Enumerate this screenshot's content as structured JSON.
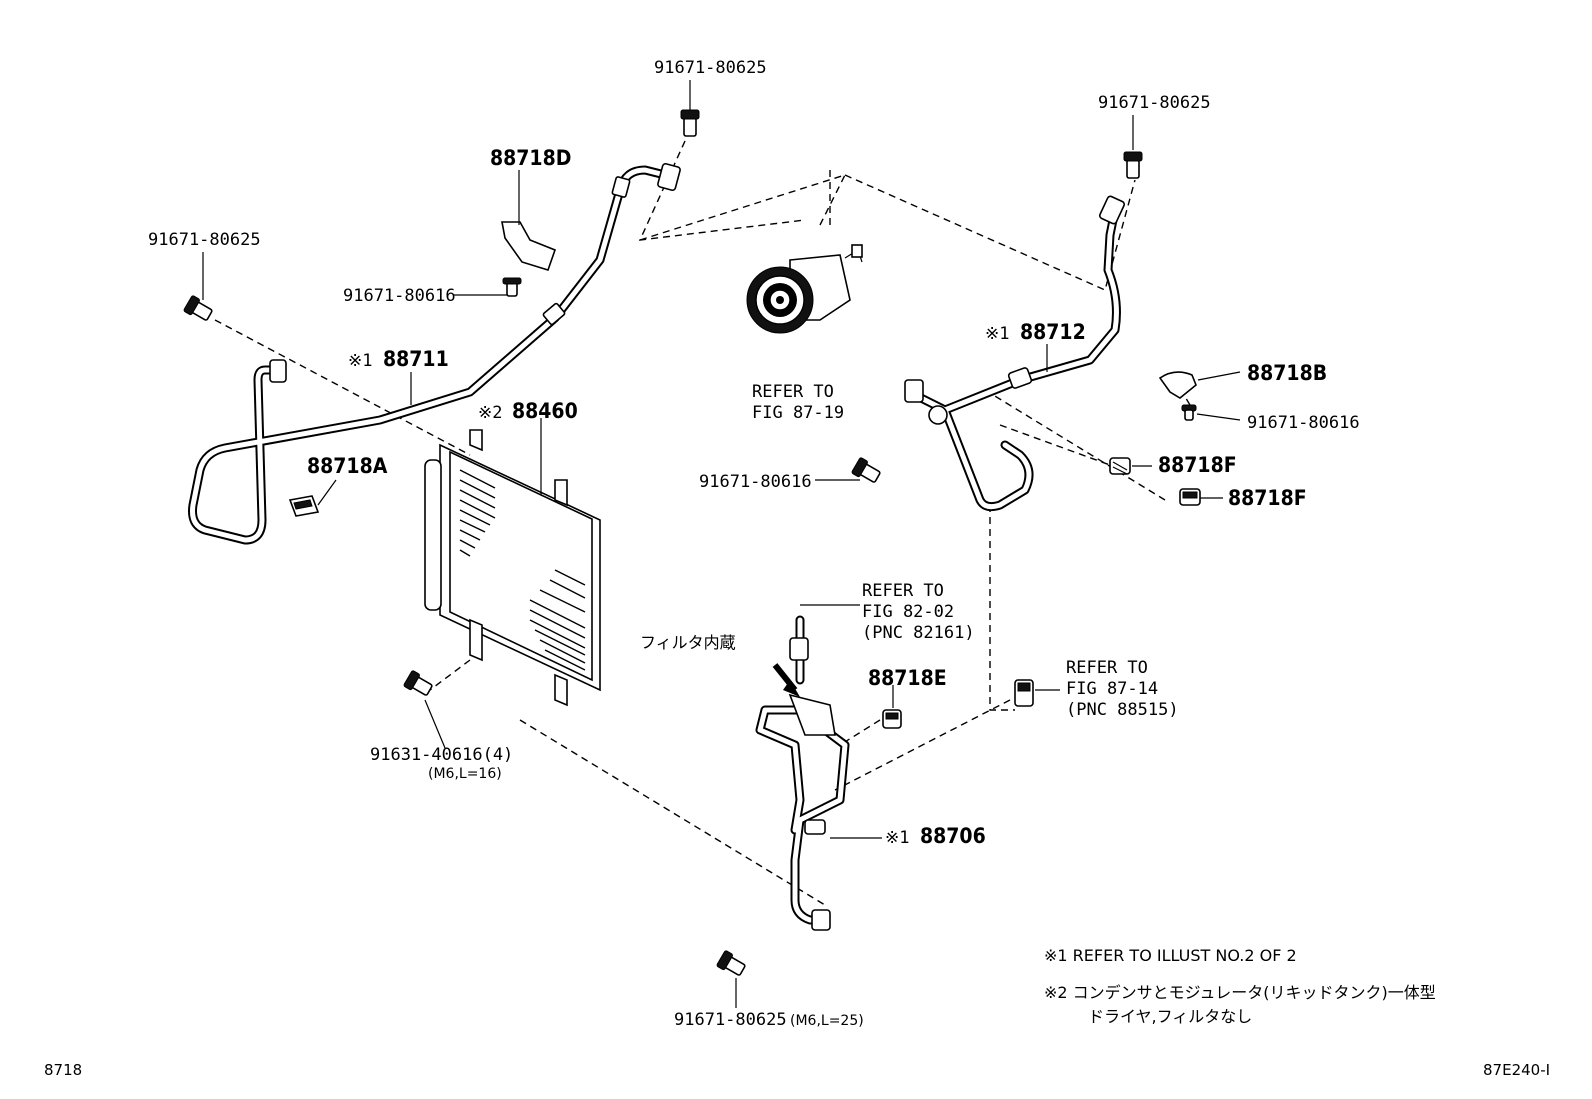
{
  "labels": {
    "bolt_top_center": "91671-80625",
    "bolt_top_right": "91671-80625",
    "bolt_left": "91671-80625",
    "bracket_d": "88718D",
    "bolt_d": "91671-80616",
    "hose_88711_mark": "※1",
    "hose_88711": "88711",
    "clip_a": "88718A",
    "condenser_mark": "※2",
    "condenser": "88460",
    "hose_88712_mark": "※1",
    "hose_88712": "88712",
    "bracket_b": "88718B",
    "bolt_b": "91671-80616",
    "bolt_mid": "91671-80616",
    "clip_f1": "88718F",
    "clip_f2": "88718F",
    "bolt_condenser": "91631-40616(4)",
    "bolt_condenser_spec": "(M6,L=16)",
    "clip_e": "88718E",
    "pipe_88706_mark": "※1",
    "pipe_88706": "88706",
    "bolt_bottom": "91671-80625",
    "bolt_bottom_spec": "(M6,L=25)",
    "filter_builtin": "フィルタ内蔵"
  },
  "refs": {
    "compressor": [
      "REFER TO",
      "FIG 87-19"
    ],
    "liquid": [
      "REFER TO",
      "FIG 82-02",
      "(PNC 82161)"
    ],
    "sensor": [
      "REFER TO",
      "FIG 87-14",
      "(PNC 88515)"
    ]
  },
  "notes": {
    "note1": "※1  REFER TO ILLUST NO.2 OF 2",
    "note2_line1": "※2  コンデンサとモジュレータ(リキッドタンク)一体型",
    "note2_line2": "ドライヤ,フィルタなし"
  },
  "footer": {
    "left_code": "8718",
    "right_code": "87E240-I"
  }
}
